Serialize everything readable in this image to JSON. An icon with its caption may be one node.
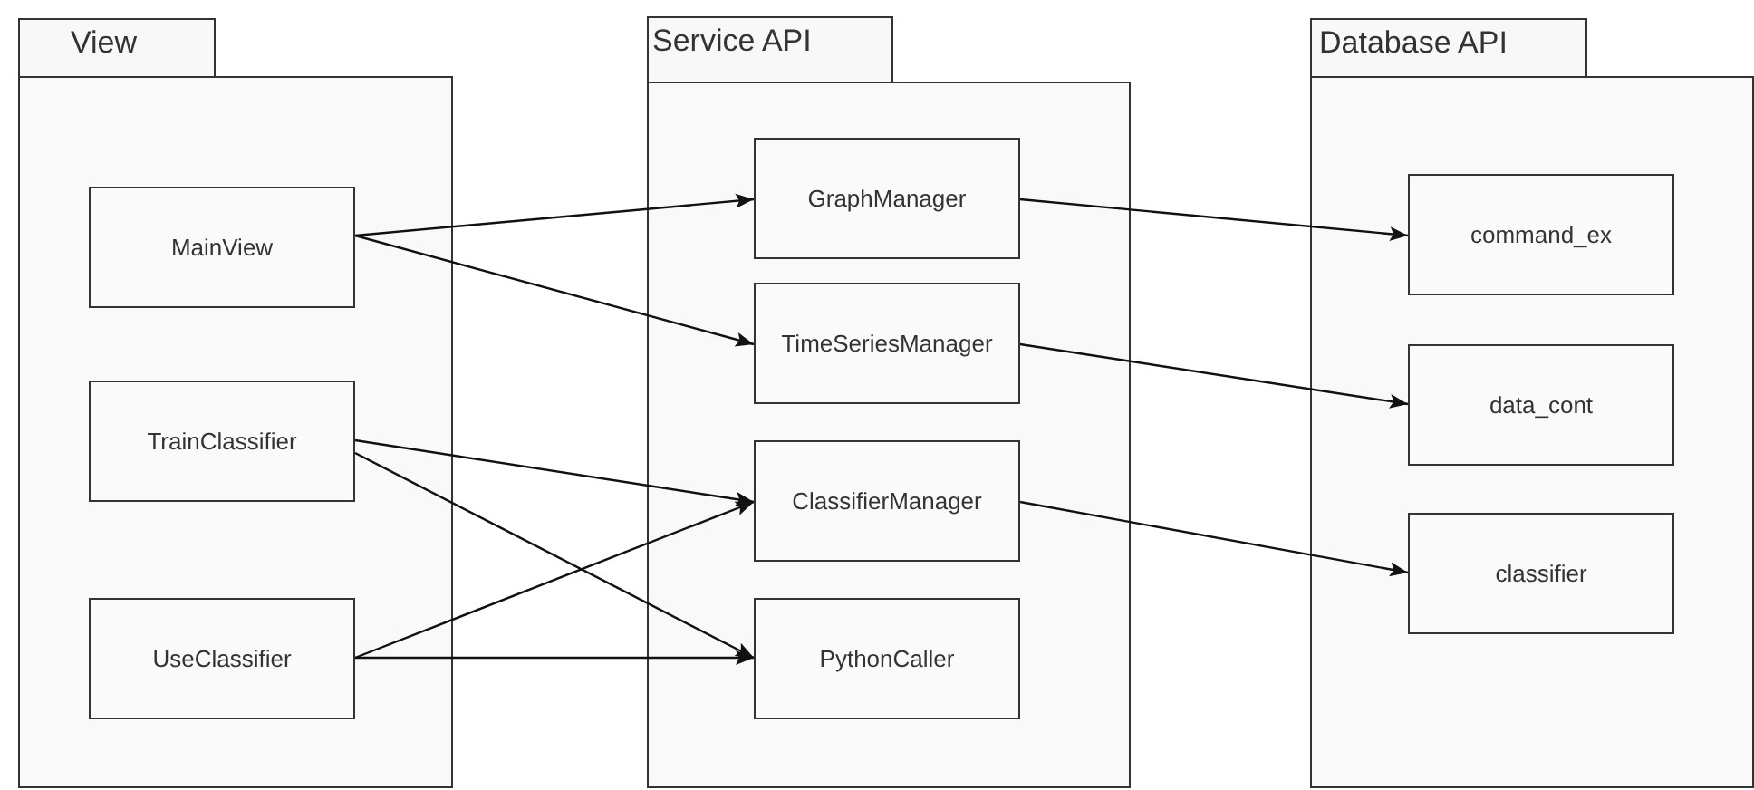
{
  "diagram": {
    "nodes": [
      {
        "text": [
          "View"
        ]
      },
      {
        "text": [
          "MainView"
        ],
        "in": 0
      },
      {
        "text": [
          "TrainClassifier"
        ],
        "in": 0
      },
      {
        "text": [
          "UseClassifier"
        ],
        "in": 0
      },
      {
        "text": [
          "Service API"
        ]
      },
      {
        "text": [
          "GraphManager"
        ],
        "in": 4
      },
      {
        "text": [
          "TimeSeriesManager"
        ],
        "in": 4
      },
      {
        "text": [
          "ClassifierManager"
        ],
        "in": 4
      },
      {
        "text": [
          "PythonCaller"
        ],
        "in": 4
      },
      {
        "text": [
          "Database API"
        ]
      },
      {
        "text": [
          "command_ex"
        ],
        "in": 9
      },
      {
        "text": [
          "data_cont"
        ],
        "in": 9
      },
      {
        "text": [
          "classifier"
        ],
        "in": 9
      }
    ],
    "edges": [
      {
        "from": 1,
        "to": 5,
        "arrow": "to"
      },
      {
        "from": 1,
        "to": 6,
        "arrow": "to"
      },
      {
        "from": 2,
        "to": 7,
        "arrow": "to"
      },
      {
        "from": 2,
        "to": 8,
        "arrow": "to"
      },
      {
        "from": 3,
        "to": 7,
        "arrow": "to"
      },
      {
        "from": 3,
        "to": 8,
        "arrow": "to"
      },
      {
        "from": 5,
        "to": 10,
        "arrow": "to"
      },
      {
        "from": 6,
        "to": 11,
        "arrow": "to"
      },
      {
        "from": 7,
        "to": 12,
        "arrow": "to"
      }
    ]
  }
}
